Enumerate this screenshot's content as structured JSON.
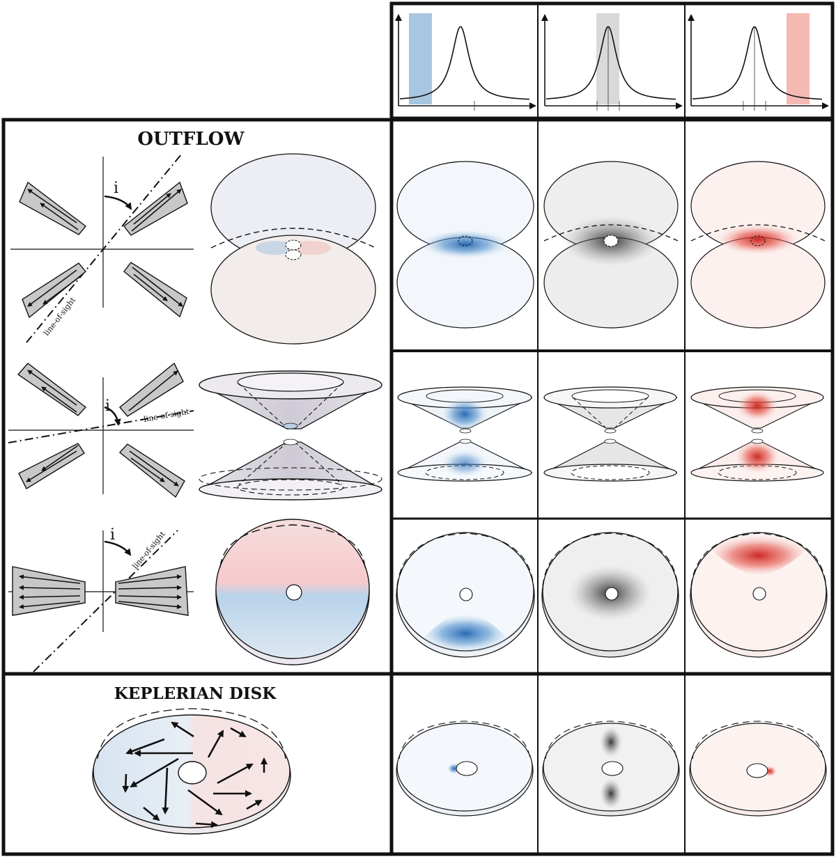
{
  "sections": {
    "outflow_title": "OUTFLOW",
    "kepler_title": "KEPLERIAN DISK"
  },
  "labels": {
    "line_of_sight": "line-of-sight",
    "inclination": "i"
  },
  "channels": [
    {
      "name": "blue",
      "color": "#2f74b8",
      "band_color": "#a9c6e0"
    },
    {
      "name": "center",
      "color": "#555555",
      "band_color": "#d9d9d9"
    },
    {
      "name": "red",
      "color": "#d8332a",
      "band_color": "#f5b9b4"
    }
  ],
  "colors": {
    "blue": "#2f74b8",
    "red": "#d8332a",
    "gray": "#6a6a6a",
    "cone_fill": "#c8c8c8",
    "border": "#111111"
  }
}
